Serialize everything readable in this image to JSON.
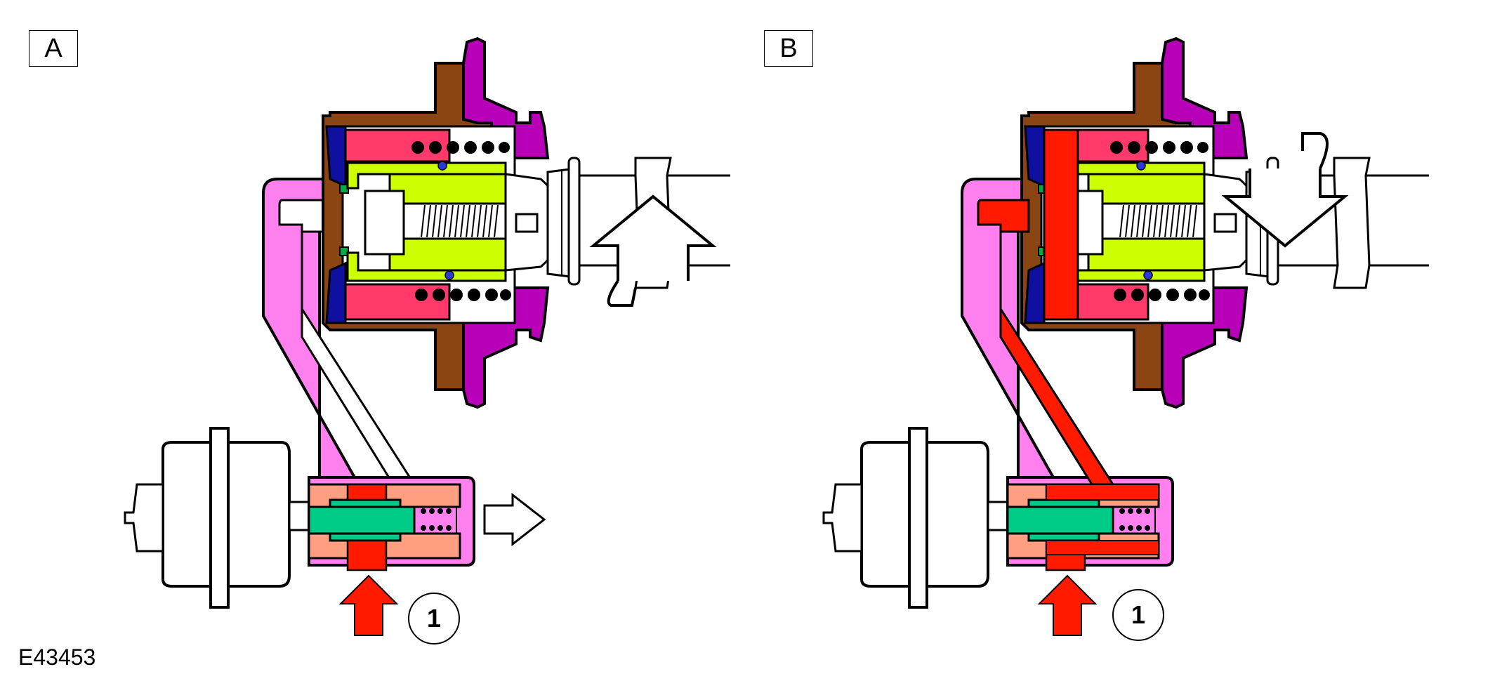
{
  "panels": {
    "a": {
      "label": "A",
      "callout": "1"
    },
    "b": {
      "label": "B",
      "callout": "1"
    }
  },
  "reference_code": "E43453",
  "colors": {
    "housing_brown": "#8b4513",
    "flange_purple": "#b800b8",
    "piston_pink": "#ff3a6a",
    "seal_blue": "#1010a0",
    "spool_yellow": "#ccff00",
    "tube_pink": "#ff80ee",
    "valve_green": "#00cc88",
    "valve_salmon": "#ff9f80",
    "pressure_red": "#ff1a00"
  }
}
